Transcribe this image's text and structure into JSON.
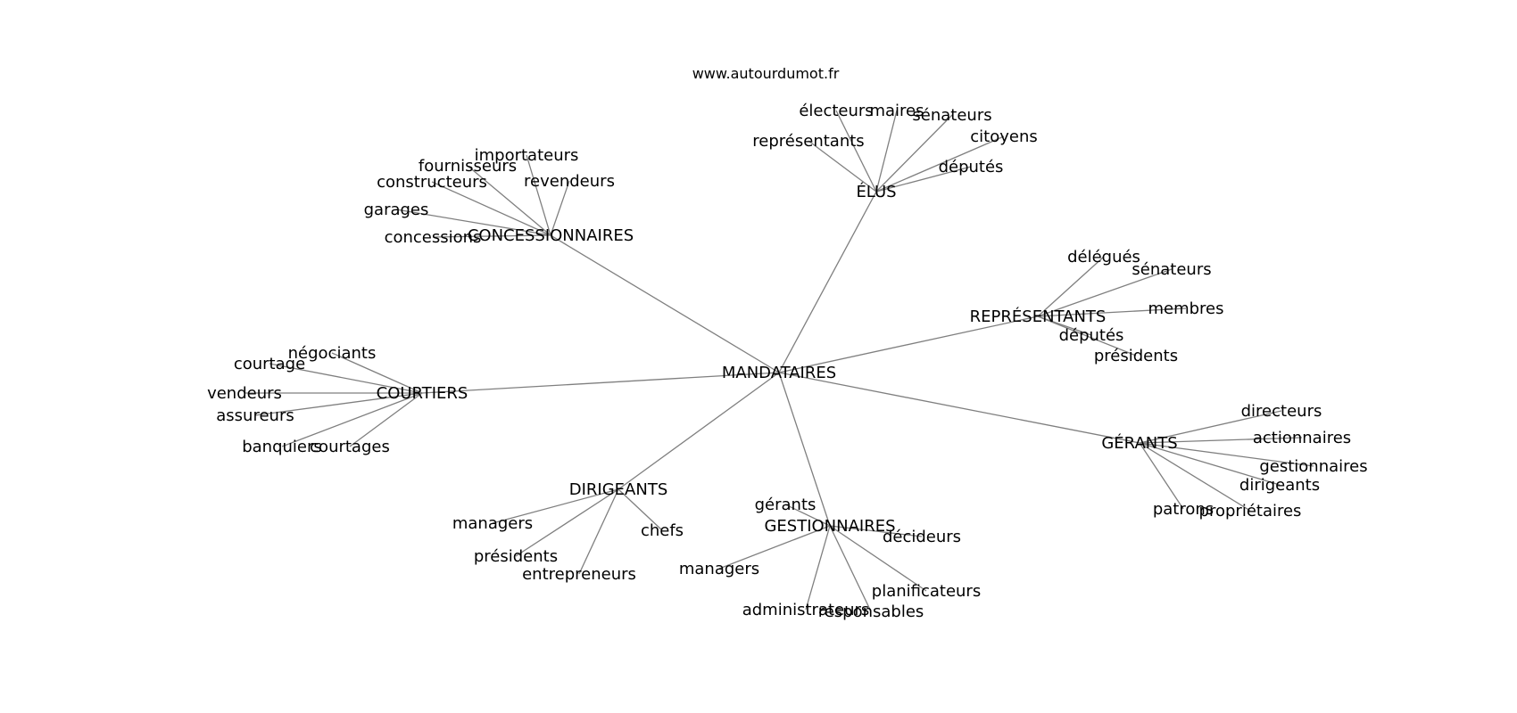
{
  "watermark": "www.autourdumot.fr",
  "center": {
    "id": "center",
    "label": "MANDATAIRES"
  },
  "hubs": [
    {
      "id": "hub-concessionnaires",
      "label": "CONCESSIONNAIRES",
      "leaves": [
        "importateurs",
        "fournisseurs",
        "constructeurs",
        "revendeurs",
        "garages",
        "concessions"
      ]
    },
    {
      "id": "hub-elus",
      "label": "ÉLUS",
      "leaves": [
        "électeurs",
        "maires",
        "sénateurs",
        "représentants",
        "citoyens",
        "députés"
      ]
    },
    {
      "id": "hub-representants",
      "label": "REPRÉSENTANTS",
      "leaves": [
        "délégués",
        "sénateurs",
        "membres",
        "députés",
        "présidents"
      ]
    },
    {
      "id": "hub-courtiers",
      "label": "COURTIERS",
      "leaves": [
        "négociants",
        "courtage",
        "vendeurs",
        "assureurs",
        "banquiers",
        "courtages"
      ]
    },
    {
      "id": "hub-gerants",
      "label": "GÉRANTS",
      "leaves": [
        "directeurs",
        "actionnaires",
        "gestionnaires",
        "dirigeants",
        "patrons",
        "propriétaires"
      ]
    },
    {
      "id": "hub-dirigeants",
      "label": "DIRIGEANTS",
      "leaves": [
        "managers",
        "chefs",
        "présidents",
        "entrepreneurs"
      ]
    },
    {
      "id": "hub-gestionnaires",
      "label": "GESTIONNAIRES",
      "leaves": [
        "gérants",
        "décideurs",
        "managers",
        "planificateurs",
        "administrateurs",
        "responsables"
      ]
    }
  ]
}
